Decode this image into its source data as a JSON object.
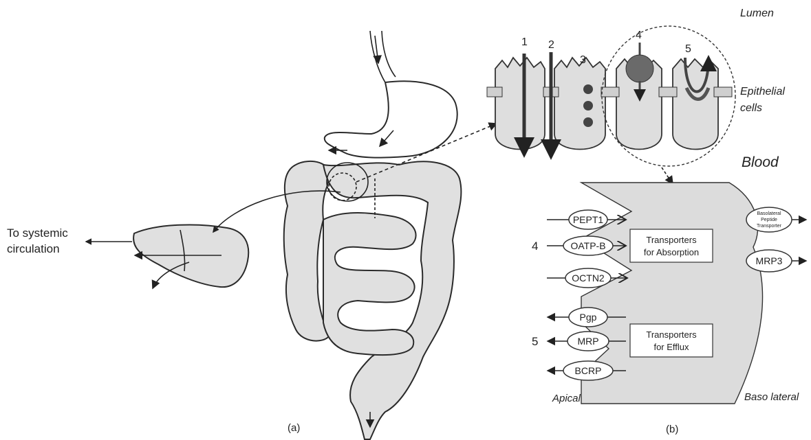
{
  "panel_a": {
    "caption": "(a)",
    "systemic_label_line1": "To systemic",
    "systemic_label_line2": "circulation"
  },
  "panel_b": {
    "caption": "(b)",
    "lumen": "Lumen",
    "epithelial_line1": "Epithelial",
    "epithelial_line2": "cells",
    "blood": "Blood",
    "route_numbers": [
      "1",
      "2",
      "3",
      "4",
      "5"
    ],
    "apical": "Apical",
    "basolateral": "Baso lateral",
    "absorption_marker": "4",
    "efflux_marker": "5",
    "absorption_transporters": [
      "PEPT1",
      "OATP-B",
      "OCTN2"
    ],
    "efflux_transporters": [
      "Pgp",
      "MRP",
      "BCRP"
    ],
    "absorption_box_line1": "Transporters",
    "absorption_box_line2": "for Absorption",
    "efflux_box_line1": "Transporters",
    "efflux_box_line2": "for Efflux",
    "baso_peptide_line1": "Basolateral",
    "baso_peptide_line2": "Peptide",
    "baso_peptide_line3": "Transporter",
    "mrp3": "MRP3"
  }
}
